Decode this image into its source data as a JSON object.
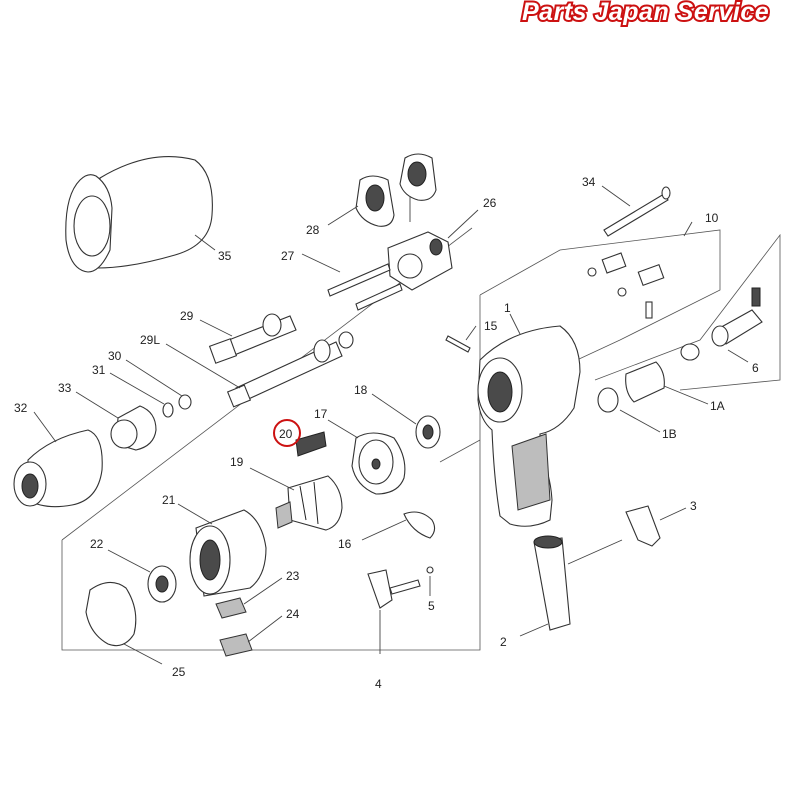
{
  "brand": {
    "text": "Parts Japan Service",
    "color": "#cc1111"
  },
  "highlight": {
    "label": "20",
    "color": "#cc1111"
  },
  "labels": {
    "l35": "35",
    "l28": "28",
    "l26": "26",
    "l27": "27",
    "l29": "29",
    "l29L": "29L",
    "l30": "30",
    "l31": "31",
    "l33": "33",
    "l32": "32",
    "l20": "20",
    "l17": "17",
    "l18": "18",
    "l19": "19",
    "l21": "21",
    "l22": "22",
    "l23": "23",
    "l24": "24",
    "l25": "25",
    "l16": "16",
    "l15": "15",
    "l1": "1",
    "l34": "34",
    "l10": "10",
    "l6": "6",
    "l1A": "1A",
    "l1B": "1B",
    "l3": "3",
    "l2": "2",
    "l4": "4",
    "l5": "5"
  }
}
